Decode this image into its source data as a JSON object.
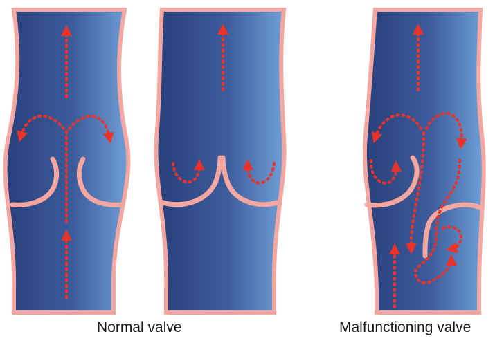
{
  "captions": {
    "normal": "Normal valve",
    "malfunctioning": "Malfunctioning valve"
  },
  "colors": {
    "vein_dark": "#283f7a",
    "vein_light": "#6f9fd6",
    "vein_wall": "#f4a6a0",
    "flow_arrow": "#e8332a",
    "background": "#ffffff"
  },
  "panels": [
    {
      "id": "normal-open",
      "state": "valve open, upward flow passes through"
    },
    {
      "id": "normal-closed",
      "state": "valve closed, blood eddies above cusps"
    },
    {
      "id": "malfunctioning",
      "state": "incompetent valve, blood flows backward"
    }
  ]
}
